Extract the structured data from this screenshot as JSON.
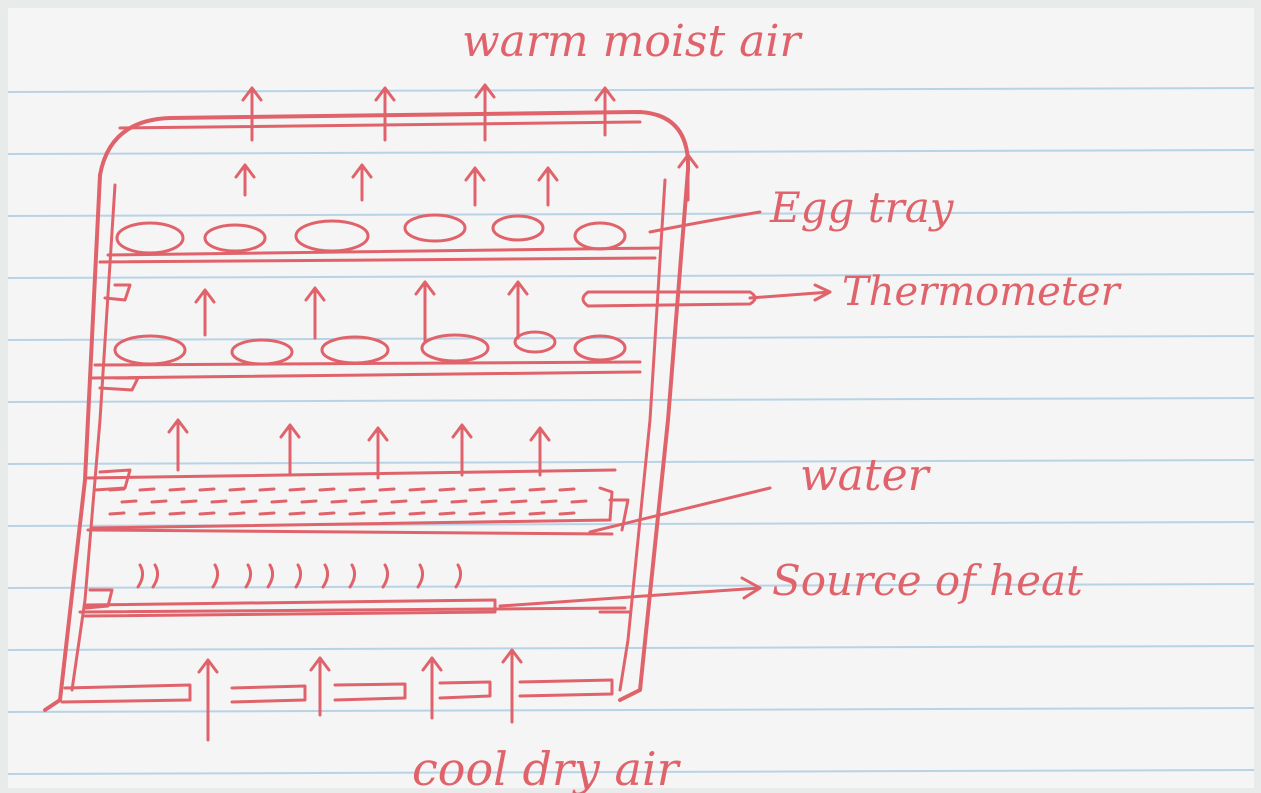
{
  "labels": {
    "top": "warm moist air",
    "egg_tray": "Egg tray",
    "thermometer": "Thermometer",
    "water": "water",
    "heat": "Source of heat",
    "bottom": "cool dry air"
  },
  "colors": {
    "ink": "#e0636b",
    "paper": "#f4f5f4",
    "rule_line": "#b9d3e6"
  }
}
